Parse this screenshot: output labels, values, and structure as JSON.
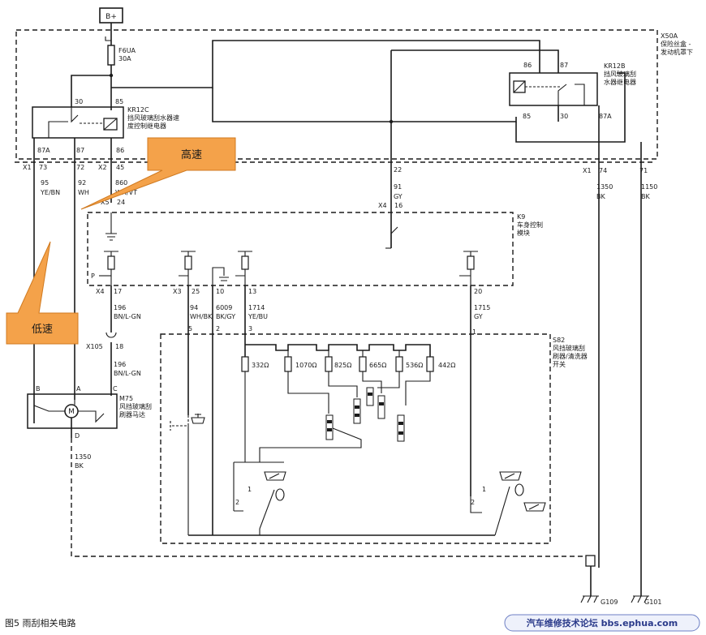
{
  "power": {
    "label": "B+"
  },
  "fuse": {
    "id": "F6UA",
    "rating": "30A"
  },
  "module_x50a": {
    "id": "X50A",
    "name_line1": "保险丝盒 -",
    "name_line2": "发动机罩下"
  },
  "relay_kr12c": {
    "id": "KR12C",
    "name_line1": "挡风玻璃刮水器速",
    "name_line2": "度控制继电器",
    "pins": {
      "p30": "30",
      "p85": "85",
      "p87a": "87A",
      "p87": "87",
      "p86": "86"
    }
  },
  "relay_kr12b": {
    "id": "KR12B",
    "name_line1": "挡风玻璃刮",
    "name_line2": "水器继电器",
    "pins": {
      "p86": "86",
      "p87": "87",
      "p85": "85",
      "p30": "30",
      "p87a": "87A"
    }
  },
  "connectors": {
    "x1a": "X1",
    "x1a_pin": "73",
    "x2_pin72": "72",
    "x2": "X2",
    "x2_pin": "45",
    "x1b": "X1",
    "x1b_pin74": "74",
    "x1b_pin71": "71",
    "pin22": "22",
    "x5": "X5",
    "x5_pin": "24",
    "x4a": "X4",
    "x4a_pin": "16",
    "x4b": "X4",
    "x4b_pin": "17",
    "x3": "X3",
    "x3_pin25": "25",
    "x3_pin10": "10",
    "x3_pin13": "13",
    "pin20": "20",
    "x105": "X105",
    "x105_pin": "18",
    "s82_pin5": "5",
    "s82_pin2": "2",
    "s82_pin3": "3",
    "s82_pin1": "1"
  },
  "wires": {
    "w95": {
      "num": "95",
      "color": "YE/BN"
    },
    "w92": {
      "num": "92",
      "color": "WH"
    },
    "w860": {
      "num": "860",
      "color": "WH/VT"
    },
    "w91": {
      "num": "91",
      "color": "GY"
    },
    "w1350a": {
      "num": "1350",
      "color": "BK"
    },
    "w1150": {
      "num": "1150",
      "color": "BK"
    },
    "w196a": {
      "num": "196",
      "color": "BN/L-GN"
    },
    "w196b": {
      "num": "196",
      "color": "BN/L-GN"
    },
    "w94": {
      "num": "94",
      "color": "WH/BK"
    },
    "w6009": {
      "num": "6009",
      "color": "BK/GY"
    },
    "w1714": {
      "num": "1714",
      "color": "YE/BU"
    },
    "w1715": {
      "num": "1715",
      "color": "GY"
    },
    "w1350b": {
      "num": "1350",
      "color": "BK"
    }
  },
  "module_k9": {
    "id": "K9",
    "name_line1": "车身控制",
    "name_line2": "模块",
    "p_label": "P"
  },
  "switch_s82": {
    "id": "S82",
    "name_line1": "风挡玻璃刮",
    "name_line2": "刷器/清洗器",
    "name_line3": "开关"
  },
  "resistors": [
    "332Ω",
    "1070Ω",
    "825Ω",
    "665Ω",
    "536Ω",
    "442Ω"
  ],
  "motor_m75": {
    "id": "M75",
    "name_line1": "风挡玻璃刮",
    "name_line2": "刷器马达",
    "symbol": "M",
    "pins": {
      "a": "A",
      "b": "B",
      "c": "C",
      "d": "D"
    }
  },
  "grounds": {
    "g109": "G109",
    "g101": "G101"
  },
  "callouts": {
    "high": "高速",
    "low": "低速"
  },
  "caption": "图5 雨刮相关电路",
  "watermark": "汽车维修技术论坛 bbs.ephua.com"
}
